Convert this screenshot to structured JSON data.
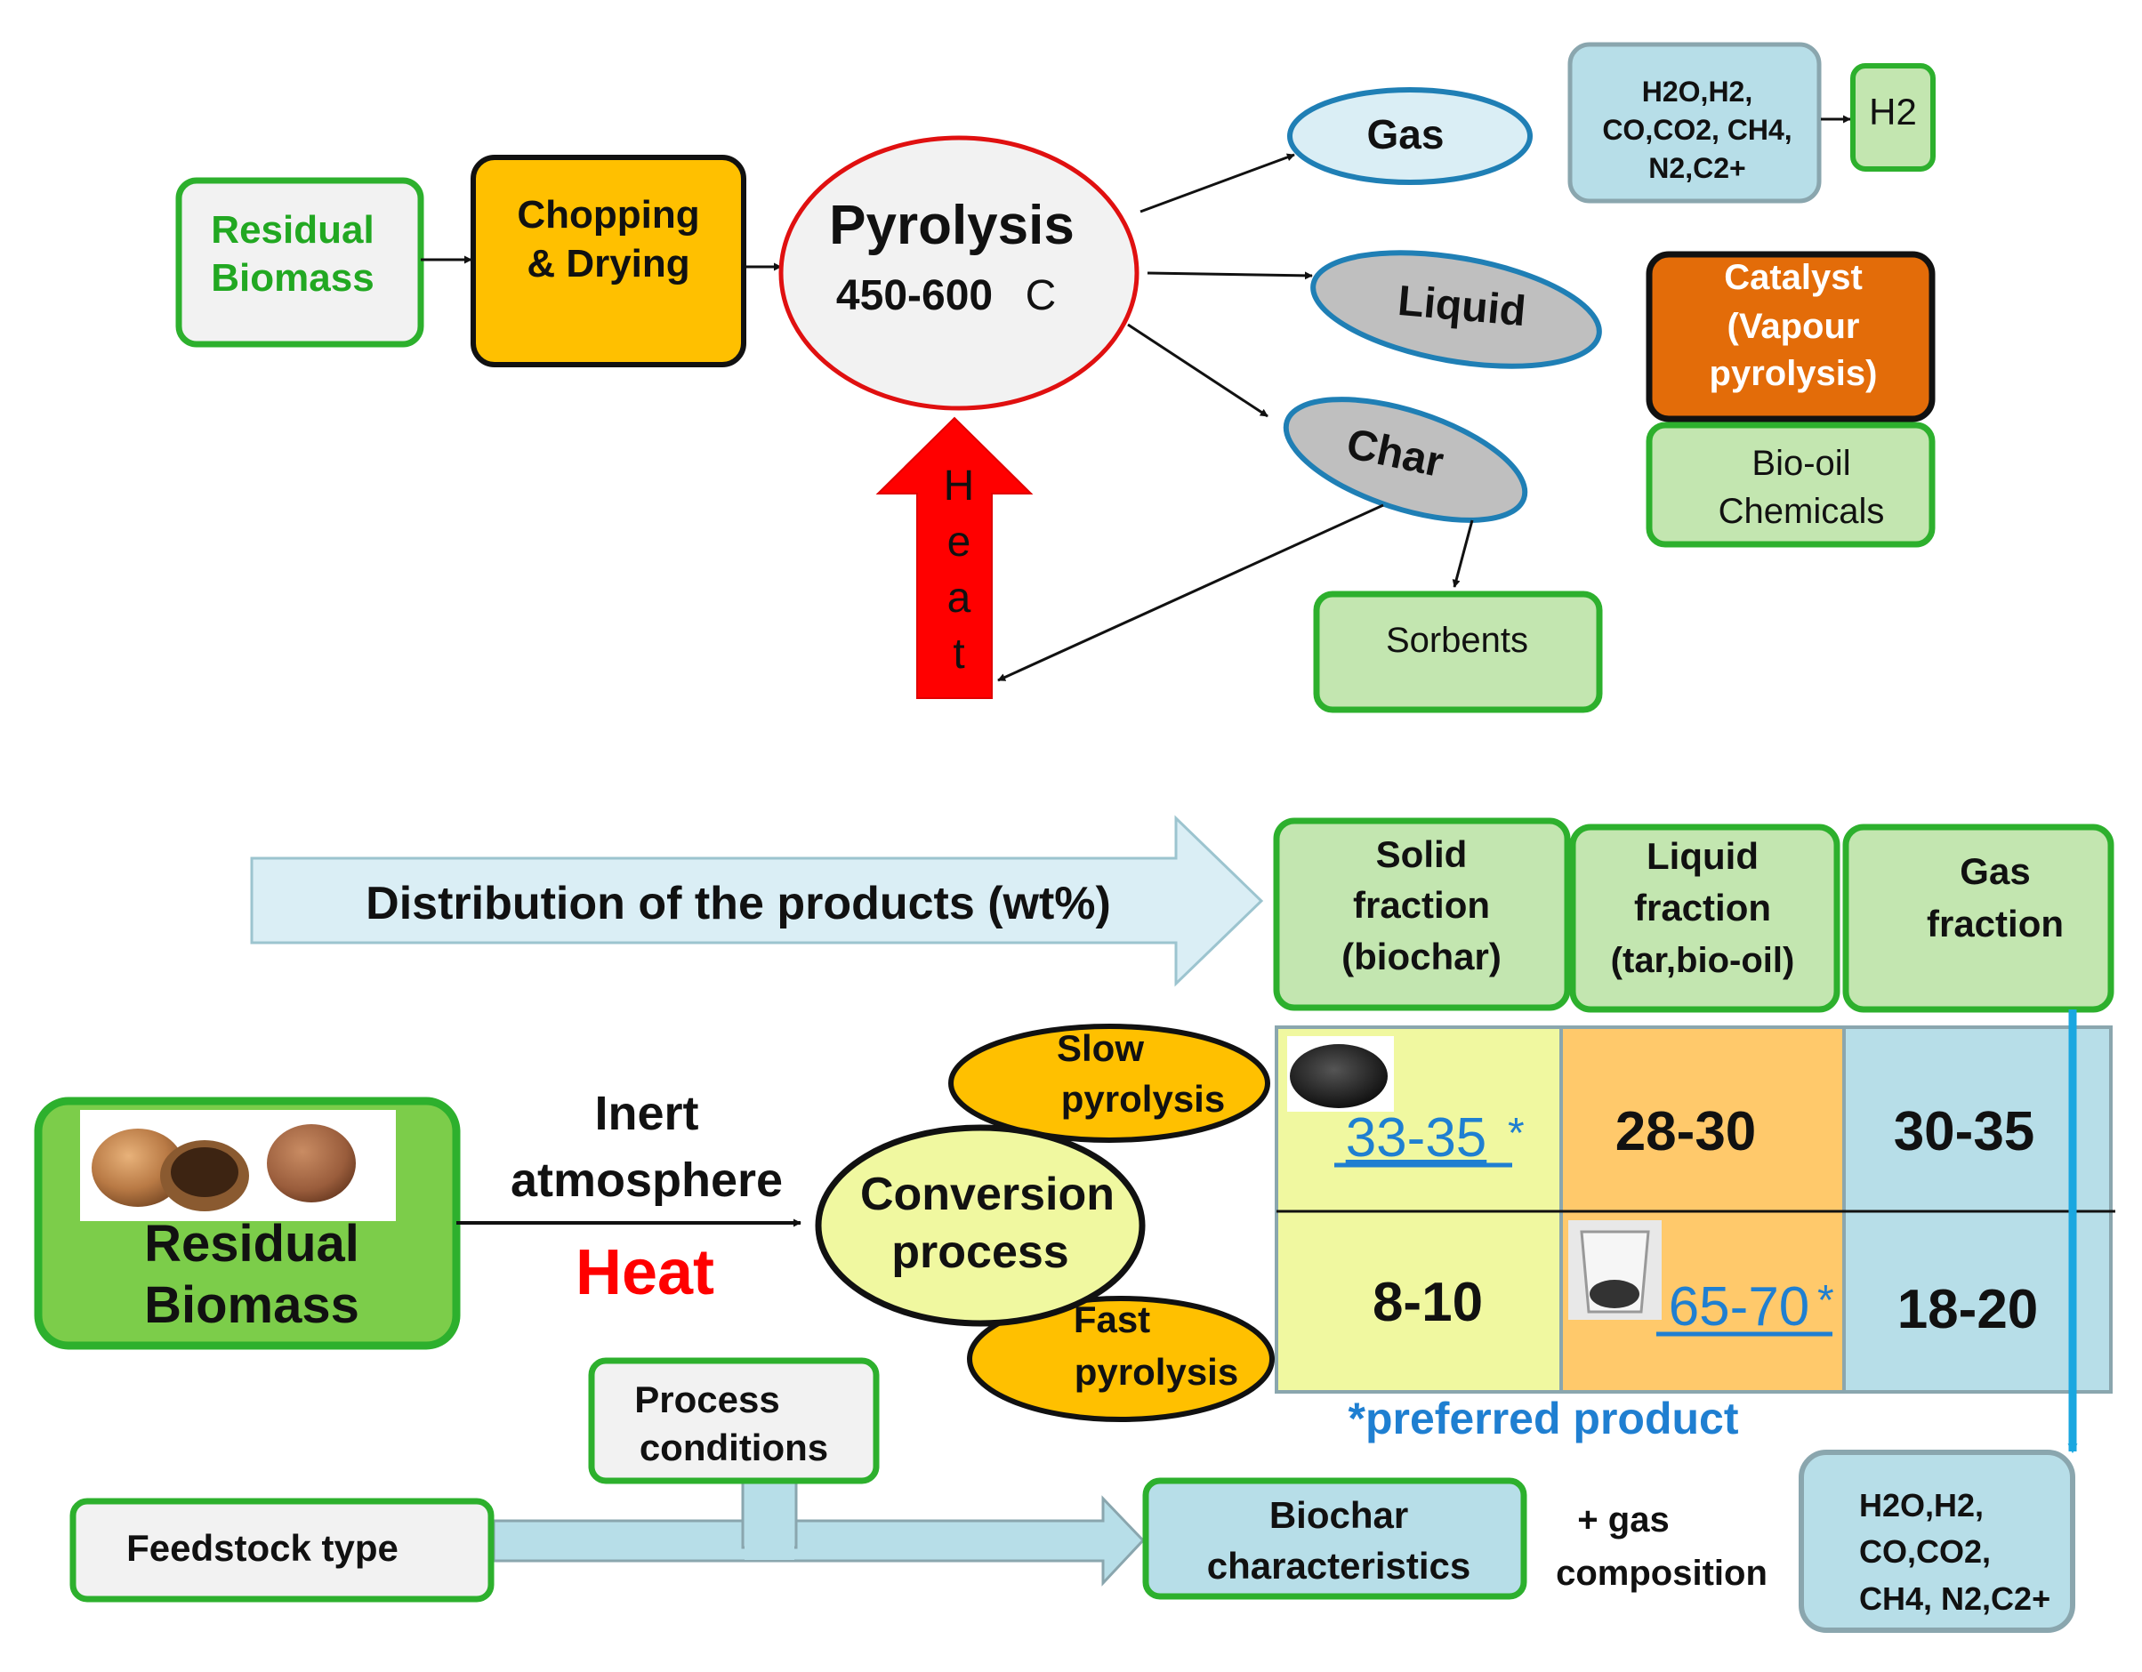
{
  "top": {
    "residual_biomass": [
      "Residual",
      "Biomass"
    ],
    "chopping": [
      "Chopping",
      "& Drying"
    ],
    "pyrolysis_title": "Pyrolysis",
    "pyrolysis_temp": "450-600",
    "pyrolysis_unit": "C",
    "gas": "Gas",
    "gas_comp": [
      "H2O,H2,",
      "CO,CO2, CH4,",
      "N2,C2+"
    ],
    "h2": "H2",
    "liquid": "Liquid",
    "catalyst": [
      "Catalyst",
      "(Vapour",
      "pyrolysis)"
    ],
    "biooil": [
      "Bio-oil",
      "Chemicals"
    ],
    "char": "Char",
    "sorbents": "Sorbents",
    "heat_letters": [
      "H",
      "e",
      "a",
      "t"
    ]
  },
  "bottom": {
    "distribution": "Distribution of the products (wt%)",
    "solid_header": [
      "Solid",
      "fraction",
      "(biochar)"
    ],
    "liquid_header": [
      "Liquid",
      "fraction",
      "(tar,bio-oil)"
    ],
    "gas_header": [
      "Gas",
      "fraction"
    ],
    "residual_biomass": [
      "Residual",
      "Biomass"
    ],
    "inert": [
      "Inert",
      "atmosphere"
    ],
    "heat": "Heat",
    "conversion": [
      "Conversion",
      "process"
    ],
    "slow": [
      "Slow",
      "pyrolysis"
    ],
    "fast": [
      "Fast",
      "pyrolysis"
    ],
    "table": {
      "slow_solid": "33-35",
      "slow_solid_mark": "*",
      "slow_liquid": "28-30",
      "slow_gas": "30-35",
      "fast_solid": "8-10",
      "fast_liquid": "65-70",
      "fast_liquid_mark": "*",
      "fast_gas": "18-20"
    },
    "preferred": "*preferred product",
    "process_conditions": [
      "Process",
      "conditions"
    ],
    "feedstock": "Feedstock type",
    "biochar_char": [
      "Biochar",
      "characteristics"
    ],
    "plus_gas": [
      "+  gas",
      "composition"
    ],
    "gas_comp": [
      "H2O,H2,",
      "CO,CO2,",
      "CH4, N2,C2+"
    ]
  },
  "colors": {
    "green_border": "#2db02d",
    "green_text": "#22a822",
    "orange": "#ffc000",
    "dark_orange": "#e36c09",
    "red": "#ff0000",
    "light_blue": "#b7dee8",
    "pale_green": "#c3e6b0",
    "pale_yellow": "#f0f8a0",
    "link_blue": "#1f7fd1"
  },
  "icons": [
    "walnut-image",
    "biochar-image",
    "beaker-image"
  ]
}
